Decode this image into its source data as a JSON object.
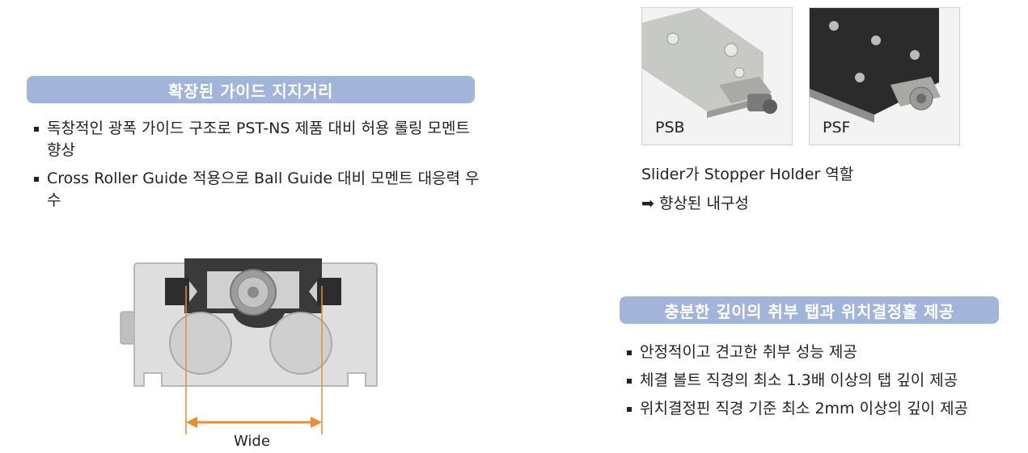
{
  "left_section": {
    "heading": "확장된 가이드 지지거리",
    "bullets": [
      "독창적인 광폭 가이드 구조로 PST-NS 제품 대비 허용 롤링 모멘트 향상",
      "Cross Roller Guide 적용으로 Ball Guide 대비 모멘트 대응력 우수"
    ],
    "diagram": {
      "dimension_label": "Wide",
      "accent_color": "#f08a2c"
    }
  },
  "right_top": {
    "photos": [
      {
        "label": "PSB"
      },
      {
        "label": "PSF"
      }
    ],
    "caption_line1": "Slider가 Stopper Holder 역할",
    "caption_arrow": "➡",
    "caption_line2": "향상된 내구성"
  },
  "right_bottom": {
    "heading": "충분한 깊이의 취부 탭과 위치결정홀 제공",
    "bullets": [
      "안정적이고 견고한 취부 성능 제공",
      "체결 볼트 직경의 최소 1.3배 이상의 탭 깊이 제공",
      "위치결정핀 직경 기준 최소 2mm 이상의 깊이 제공"
    ]
  },
  "colors": {
    "pill": "#a2b4d9",
    "arrow": "#f08a2c"
  }
}
